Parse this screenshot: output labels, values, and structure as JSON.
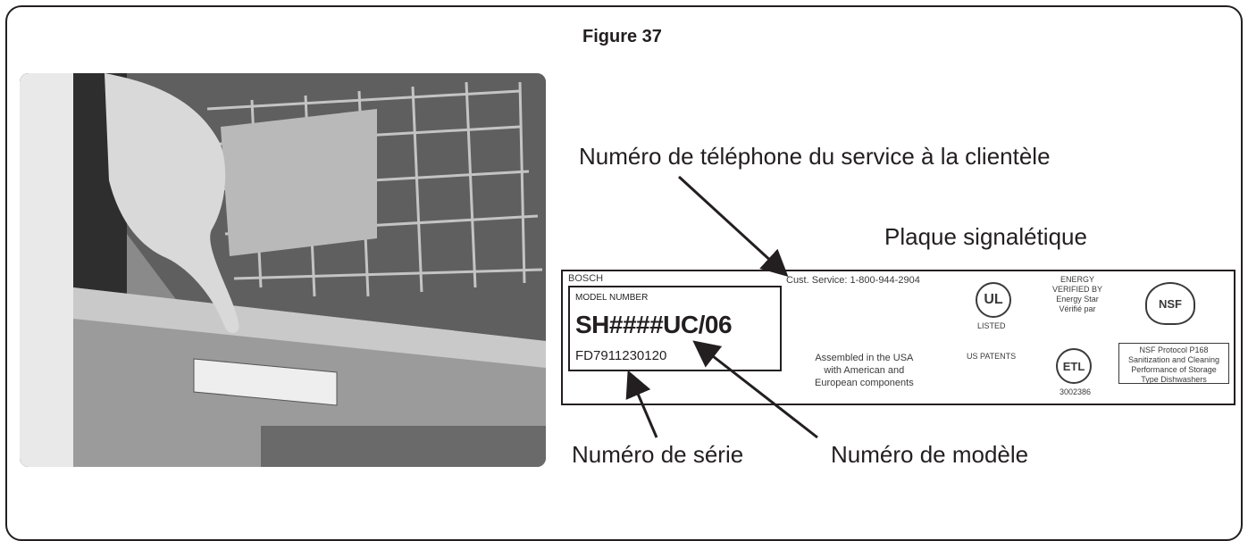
{
  "figure": {
    "title": "Figure 37"
  },
  "labels": {
    "phone": "Numéro de téléphone du service  à la clientèle",
    "plate": "Plaque signalétique",
    "serial": "Numéro de série",
    "model": "Numéro de modèle"
  },
  "plate": {
    "brand": "BOSCH",
    "model_label": "MODEL NUMBER",
    "model_value": "SH####UC/06",
    "serial_code": "FD7911230120",
    "service": "Cust. Service: 1-800-944-2904",
    "assembled": [
      "Assembled in the USA",
      "with American and",
      "European components"
    ],
    "energy": [
      "ENERGY",
      "VERIFIED BY",
      "Energy Star",
      "Vérifié par"
    ],
    "nsf_text": [
      "NSF Protocol P168",
      "Sanitization and Cleaning",
      "Performance of Storage",
      "Type Dishwashers"
    ],
    "etl_code": "3002386",
    "ul": "UL",
    "listed": "LISTED",
    "us_patents": "US PATENTS"
  },
  "colors": {
    "ink": "#231f20",
    "photo_gray": "#7d7d7d"
  }
}
